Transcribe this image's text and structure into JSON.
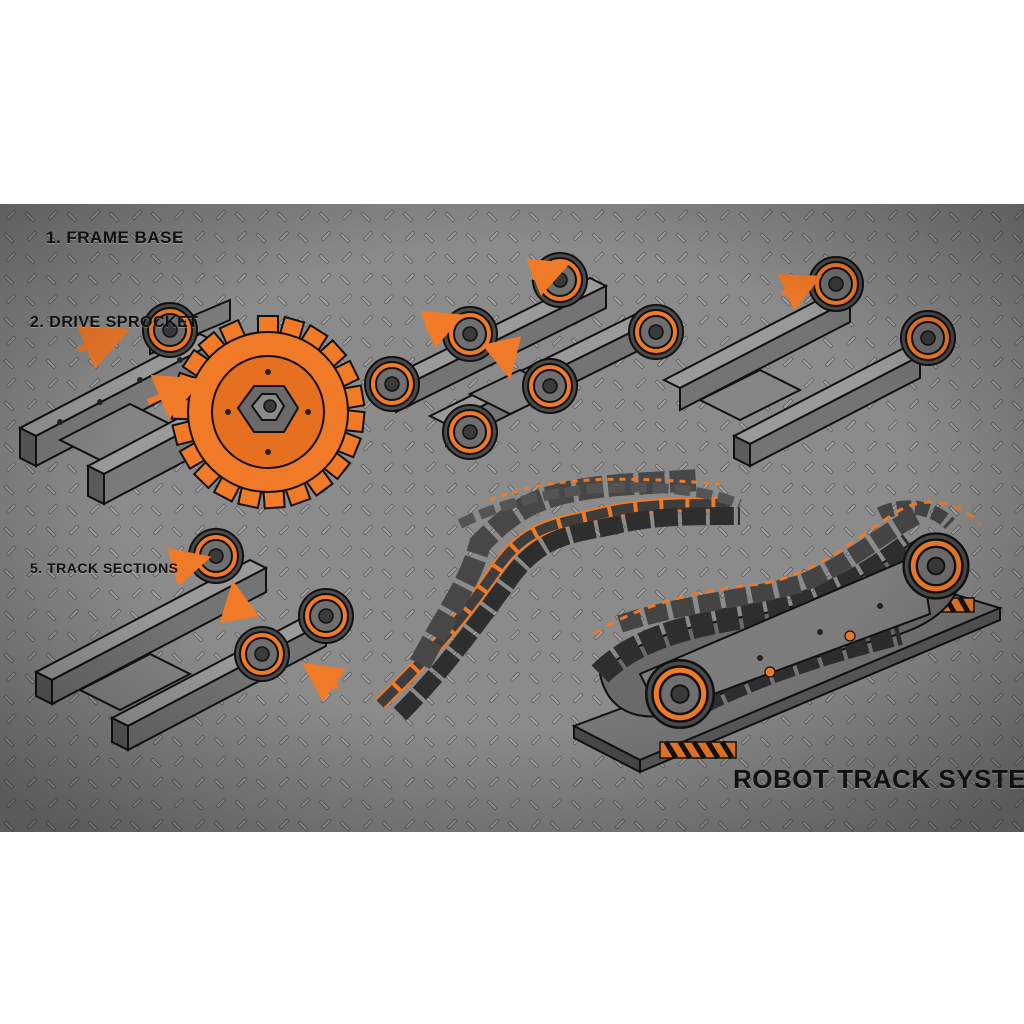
{
  "labels": {
    "frame_base": "1. FRAME BASE",
    "drive_sprocket": "2. DRIVE SPROCKET",
    "track_sections": "5. TRACK SECTIONS",
    "title": "ROBOT TRACK SYSTEM"
  },
  "colors": {
    "accent": "#f07a28",
    "metal": "#7c7c7c",
    "metal_dark": "#3a3a3a",
    "outline": "#1a1a1a",
    "track": "#3d3d3d",
    "plate": "#8b8b8b"
  },
  "icons": [
    "arrow-icon",
    "gear-icon",
    "wheel-icon",
    "hazard-stripes"
  ]
}
